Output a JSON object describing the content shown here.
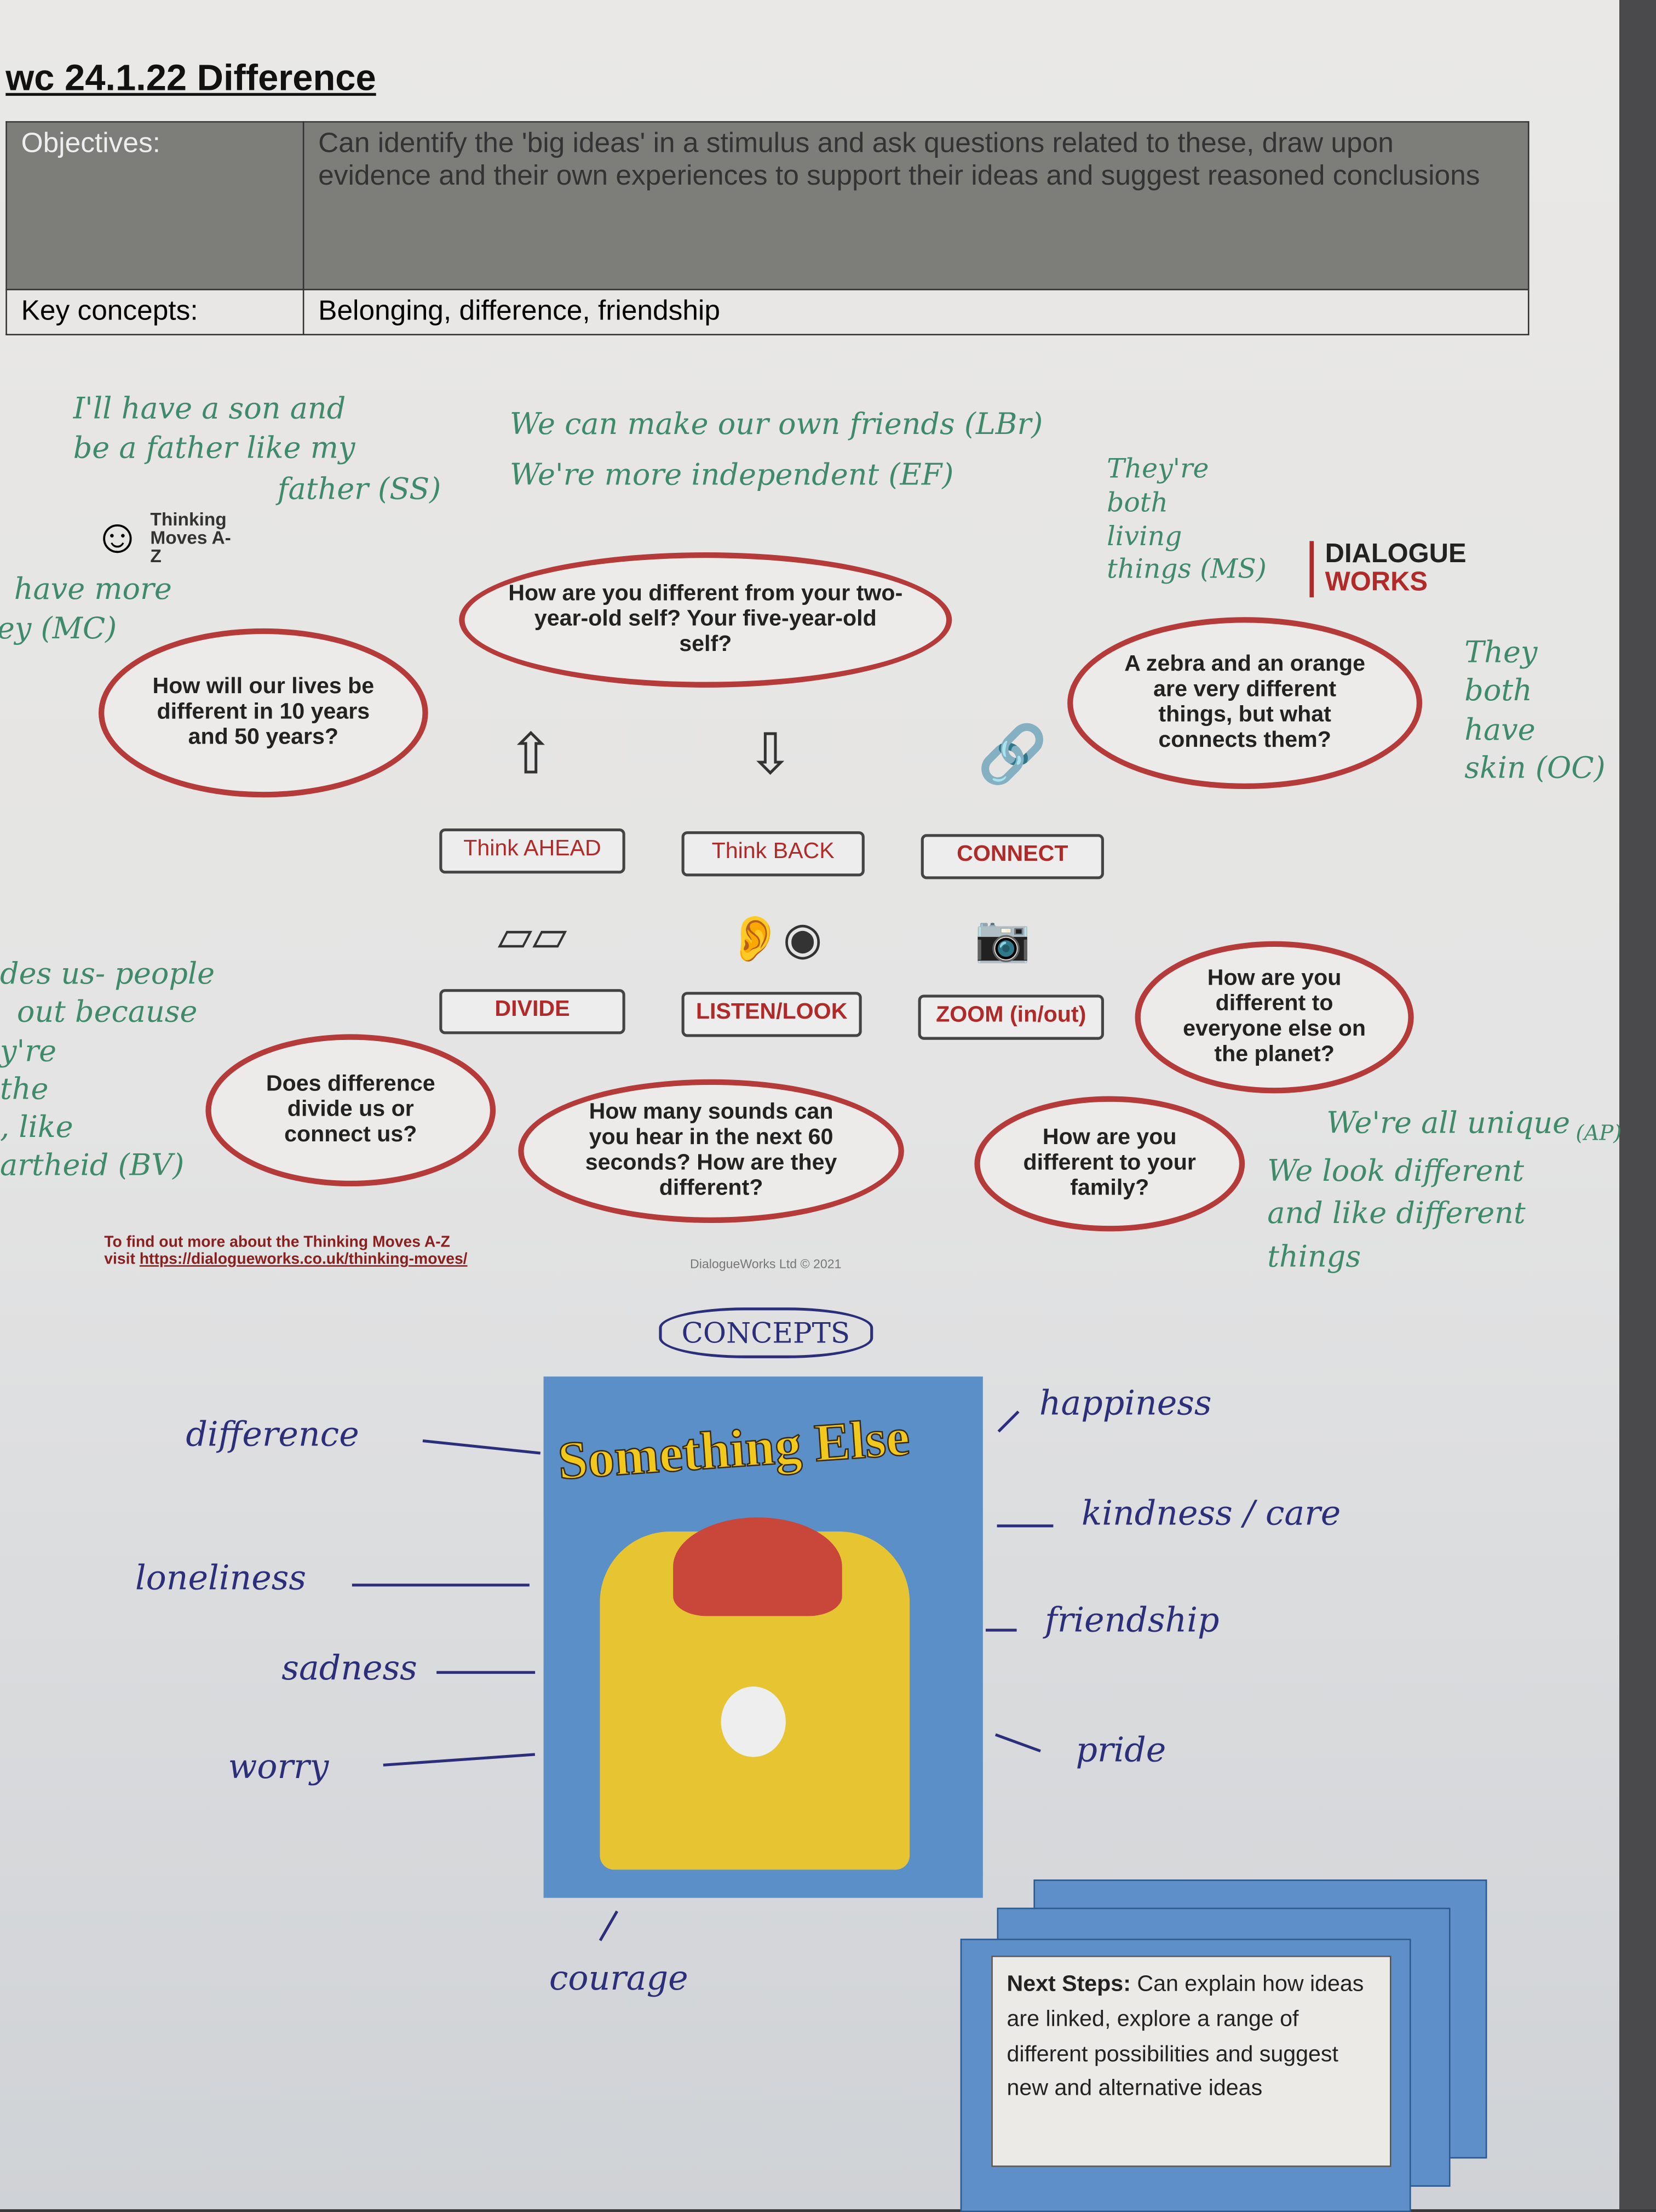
{
  "heading": "wc 24.1.22 Difference",
  "objectives_label": "Objectives:",
  "objectives_text": "Can identify the 'big ideas' in a stimulus and ask questions related to these, draw upon evidence and their own experiences to support their ideas and suggest reasoned conclusions",
  "key_concepts_label": "Key concepts:",
  "key_concepts_text": "Belonging, difference, friendship",
  "logos": {
    "thinking_moves": "Thinking Moves A-Z",
    "dialogue_works_1": "DIALOGUE",
    "dialogue_works_2": "WORKS"
  },
  "bubbles": {
    "think_ahead": "How will our lives be different in 10 years and 50 years?",
    "think_back": "How are you different from your two-year-old self? Your five-year-old self?",
    "connect": "A zebra and an orange are very different things, but what connects them?",
    "zoom_planet": "How are you different to everyone else on the planet?",
    "zoom_family": "How are you different to your family?",
    "listen": "How many sounds can you hear in the next 60 seconds? How are they different?",
    "divide": "Does difference divide us or connect us?"
  },
  "moves": {
    "think_ahead": "Think AHEAD",
    "think_back": "Think BACK",
    "connect": "CONNECT",
    "divide": "DIVIDE",
    "listen": "LISTEN/LOOK",
    "zoom": "ZOOM (in/out)"
  },
  "footer_info": "To find out more about the Thinking Moves A-Z",
  "footer_link_prefix": "visit ",
  "footer_link": "https://dialogueworks.co.uk/thinking-moves/",
  "copyright": "DialogueWorks Ltd © 2021",
  "handwritten": {
    "ss_1": "I'll have a son and",
    "ss_2": "be a father like my",
    "ss_3": "father (SS)",
    "lbr": "We can make our own friends (LBr)",
    "ef": "We're more independent (EF)",
    "mc_1": "have more",
    "mc_2": "ey (MC)",
    "ms_1": "They're",
    "ms_2": "both",
    "ms_3": "living",
    "ms_4": "things (MS)",
    "oc_1": "They",
    "oc_2": "both",
    "oc_3": "have",
    "oc_4": "skin (OC)",
    "bv_1": "des us- people",
    "bv_2": "out because",
    "bv_3": "y're",
    "bv_4": "the",
    "bv_5": ", like",
    "bv_6": "artheid (BV)",
    "ap_1": "We're all unique",
    "ap_2": "(AP)",
    "ap_3": "We look different",
    "ap_4": "and like different",
    "ap_5": "things"
  },
  "concepts_label": "CONCEPTS",
  "book_title": "Something Else",
  "concepts_left": [
    "difference",
    "loneliness",
    "sadness",
    "worry"
  ],
  "concepts_right": [
    "happiness",
    "kindness / care",
    "friendship",
    "pride"
  ],
  "concepts_bottom": "courage",
  "next_steps_label": "Next Steps:",
  "next_steps_text": "Can explain how ideas are linked, explore a range of different possibilities and suggest new and alternative ideas"
}
